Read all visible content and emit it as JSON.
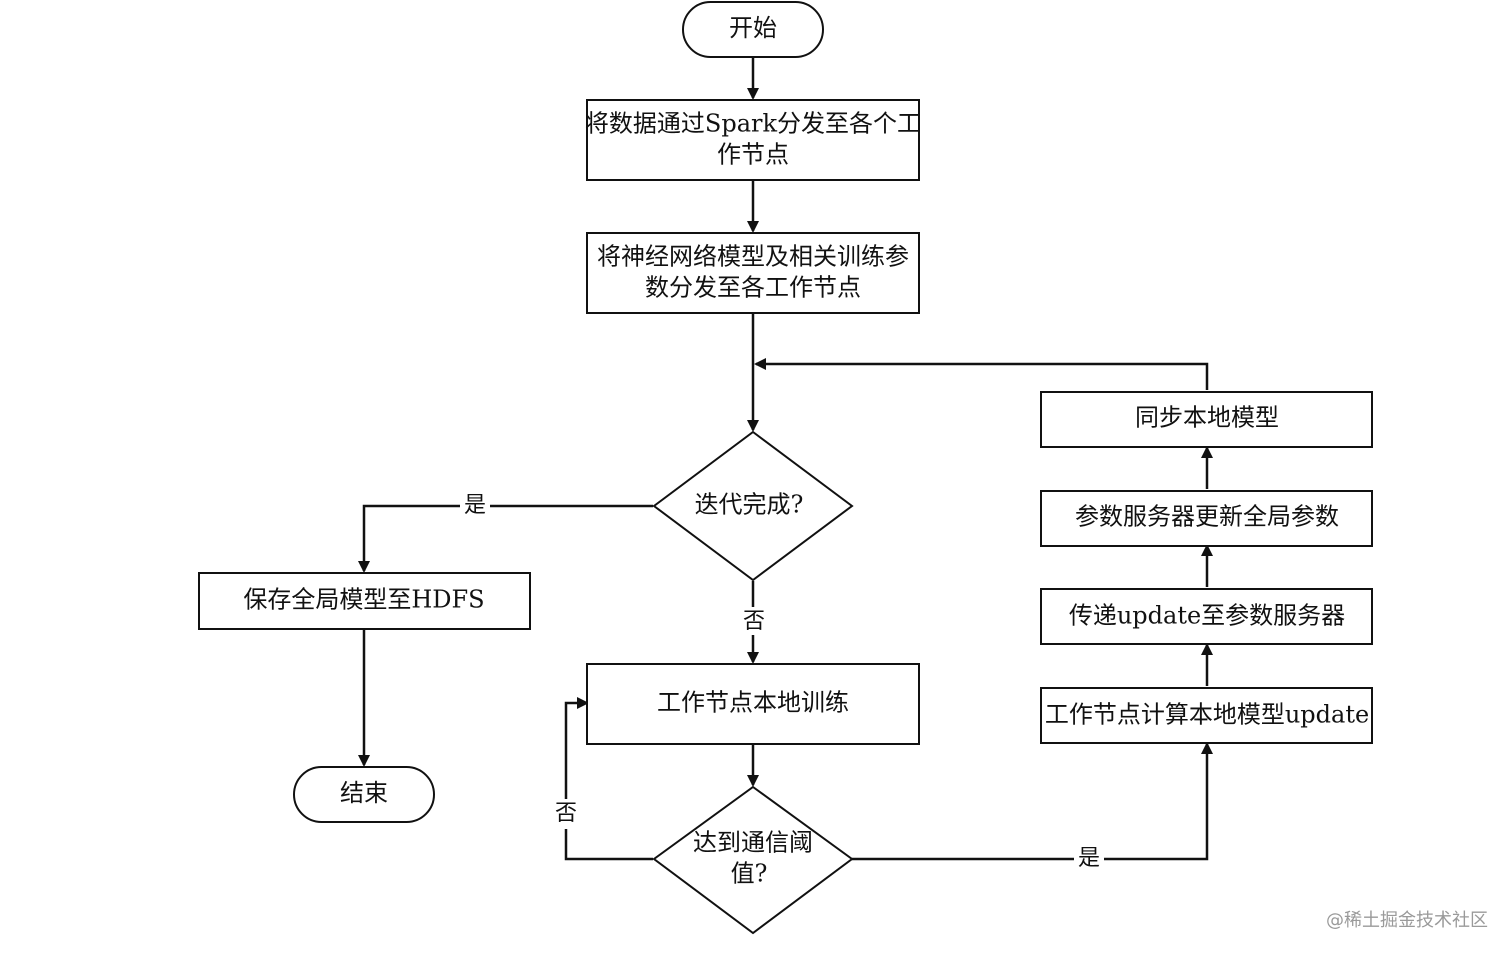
{
  "nodes": {
    "start": "开始",
    "distribute_data": [
      "将数据通过Spark分发至各个工",
      "作节点"
    ],
    "distribute_model": [
      "将神经网络模型及相关训练参",
      "数分发至各工作节点"
    ],
    "iteration_done": "迭代完成?",
    "save_model": "保存全局模型至HDFS",
    "end": "结束",
    "local_training": "工作节点本地训练",
    "comm_threshold": [
      "达到通信阈",
      "值?"
    ],
    "compute_update": "工作节点计算本地模型update",
    "send_update": "传递update至参数服务器",
    "ps_update": "参数服务器更新全局参数",
    "sync_model": "同步本地模型"
  },
  "edge_labels": {
    "iteration_yes": "是",
    "iteration_no": "否",
    "threshold_no": "否",
    "threshold_yes": "是"
  },
  "watermark": "@稀土掘金技术社区"
}
